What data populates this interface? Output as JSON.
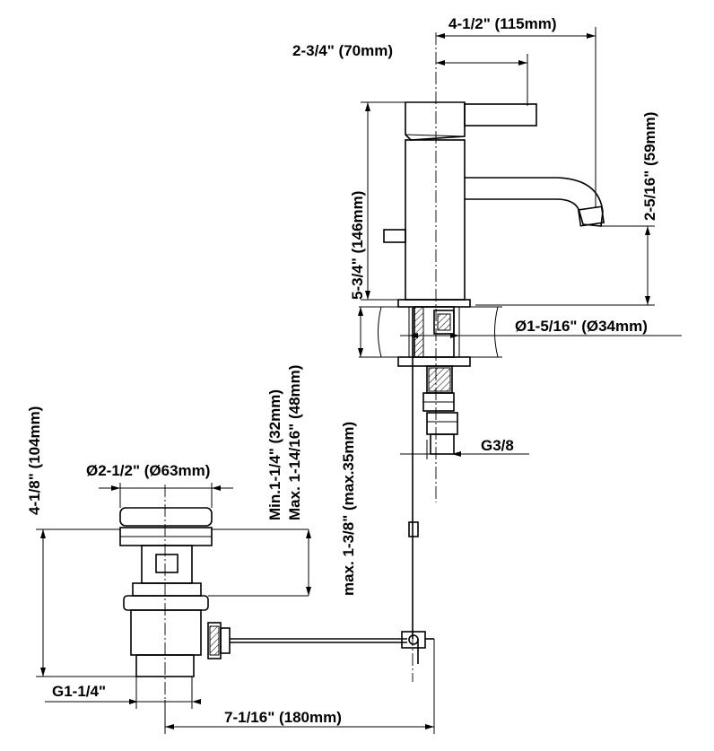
{
  "dimensions": {
    "spout_reach": "4-1/2\" (115mm)",
    "lever_offset": "2-3/4\" (70mm)",
    "spout_clearance": "2-5/16\" (59mm)",
    "faucet_height": "5-3/4\" (146mm)",
    "hole_diameter": "Ø1-5/16\" (Ø34mm)",
    "supply_thread": "G3/8",
    "deck_thickness": "max. 1-3/8\" (max.35mm)",
    "drain_height": "4-1/8\" (104mm)",
    "drain_cap_diameter": "Ø2-1/2\" (Ø63mm)",
    "drain_min": "Min.1-1/4\" (32mm)",
    "drain_max": "Max. 1-14/16\" (48mm)",
    "drain_thread": "G1-1/4\"",
    "rod_distance": "7-1/16\" (180mm)"
  }
}
